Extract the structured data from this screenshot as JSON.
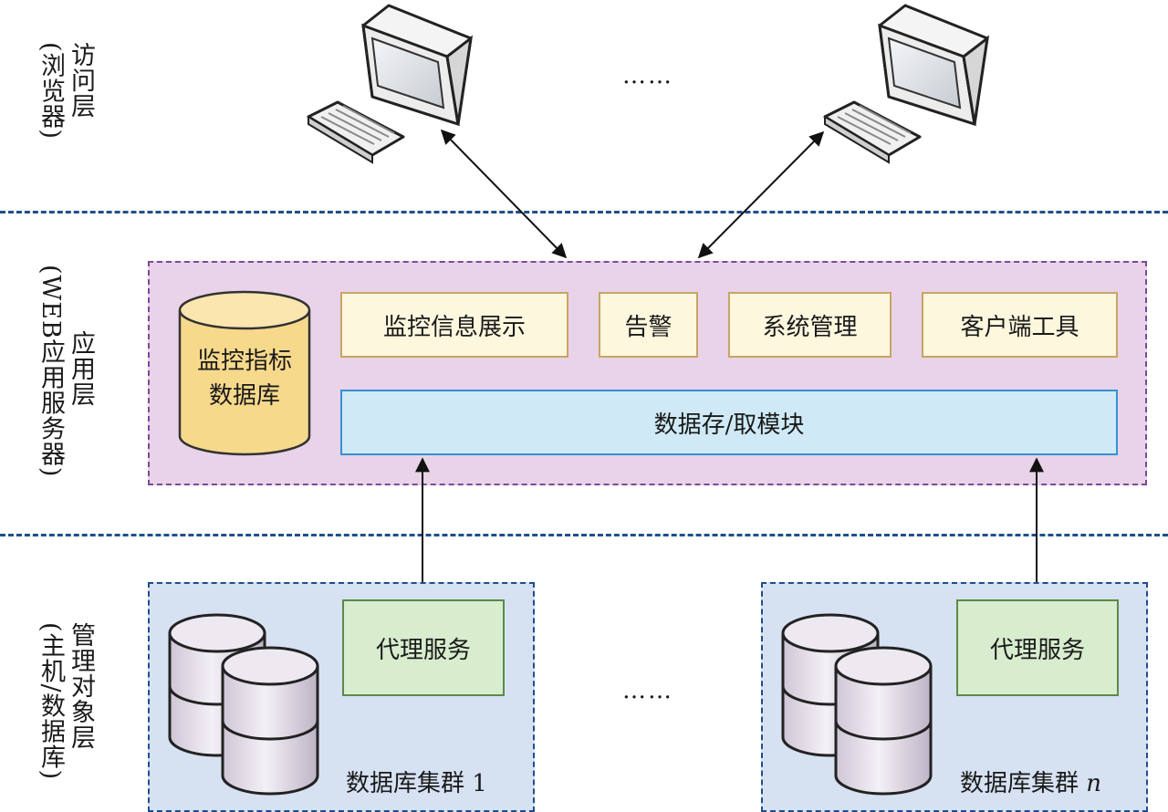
{
  "layers": {
    "access": {
      "col1": "访问层",
      "col2": "(浏览器)"
    },
    "app": {
      "col1": "应用层",
      "col2": "(WEB应用服务器)"
    },
    "managed": {
      "col1": "管理对象层",
      "col2": "(主机/数据库)"
    }
  },
  "top_ellipsis": "……",
  "app_layer": {
    "database": {
      "line1": "监控指标",
      "line2": "数据库"
    },
    "modules": [
      "监控信息展示",
      "告警",
      "系统管理",
      "客户端工具"
    ],
    "storage_module": "数据存/取模块"
  },
  "clusters": [
    {
      "agent": "代理服务",
      "label": "数据库集群 1",
      "label_prefix": "数据库集群 ",
      "label_suffix": "1"
    },
    {
      "agent": "代理服务",
      "label": "数据库集群 n",
      "label_prefix": "数据库集群 ",
      "label_suffix": "n"
    }
  ],
  "bottom_ellipsis": "……",
  "colors": {
    "divider": "#1f4e8c",
    "app_panel": "#e8d3e8",
    "module_fill": "#fdf7de",
    "storage_fill": "#cfeaf6",
    "cluster_fill": "#d6e1f2",
    "agent_fill": "#d8ecce",
    "db_cylinder": "#f7d98c"
  },
  "icons": [
    "computer-icon",
    "keyboard-icon",
    "database-cylinder-icon",
    "database-stack-icon"
  ]
}
